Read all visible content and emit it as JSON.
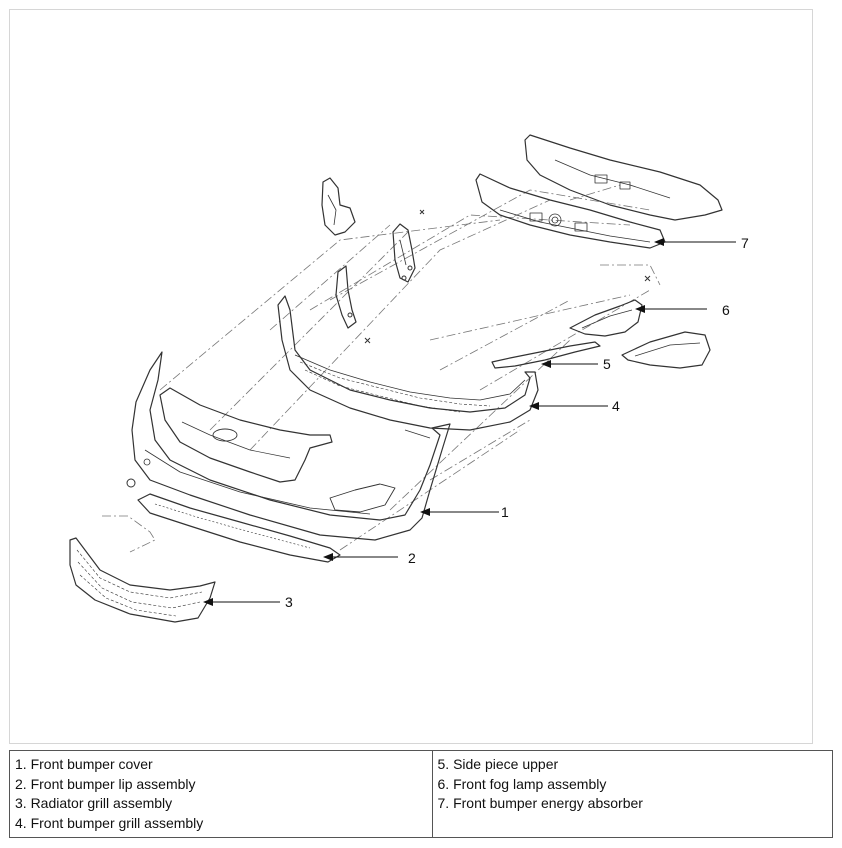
{
  "callouts": [
    "1",
    "2",
    "3",
    "4",
    "5",
    "6",
    "7"
  ],
  "legend": {
    "left": [
      "1. Front bumper cover",
      "2. Front bumper lip assembly",
      "3. Radiator grill assembly",
      "4. Front bumper grill assembly"
    ],
    "right": [
      "5. Side piece upper",
      "6. Front fog lamp assembly",
      "7. Front bumper energy absorber"
    ]
  },
  "colors": {
    "line": "#333333",
    "dash": "#777777",
    "border": "#555555"
  }
}
